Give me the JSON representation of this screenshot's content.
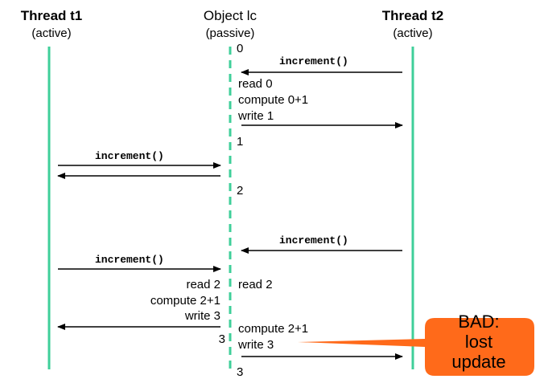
{
  "participants": {
    "t1": {
      "name": "Thread t1",
      "role": "(active)"
    },
    "lc": {
      "name": "Object lc",
      "role": "(passive)"
    },
    "t2": {
      "name": "Thread t2",
      "role": "(active)"
    }
  },
  "lc_values": [
    "0",
    "1",
    "2",
    "3"
  ],
  "messages": {
    "m1": "increment()",
    "m2": "increment()",
    "m3": "increment()",
    "m4": "increment()"
  },
  "steps_t2_first": [
    "read 0",
    "compute 0+1",
    "write 1"
  ],
  "steps_t1": [
    "read 2",
    "compute 2+1",
    "write 3"
  ],
  "t1_return_value": "3",
  "steps_t2_second": [
    "read 2",
    "compute 2+1",
    "write 3"
  ],
  "callout": {
    "line1": "BAD:",
    "line2": "lost",
    "line3": "update"
  },
  "colors": {
    "lifeline": "#3fcf9a",
    "callout": "#ff6a1a",
    "arrow": "#000000"
  }
}
